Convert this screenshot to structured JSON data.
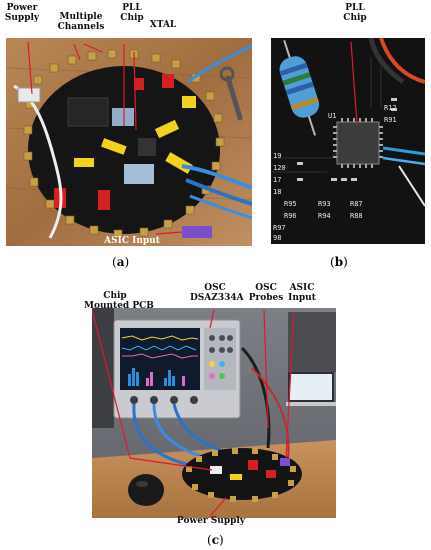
{
  "panel_a": {
    "labels": {
      "power_supply": "Power\nSupply",
      "multiple_channels": "Multiple\nChannels",
      "pll_chip": "PLL\nChip",
      "xtal": "XTAL",
      "asic_input": "ASIC Input"
    },
    "caption_letter": "a"
  },
  "panel_b": {
    "labels": {
      "pll_chip": "PLL\nChip"
    },
    "board_text": [
      "U1",
      "R95",
      "R96",
      "R93",
      "R94",
      "R87",
      "R88",
      "R97",
      "98",
      "17",
      "18",
      "19",
      "120",
      "R12",
      "R91"
    ],
    "caption_letter": "b"
  },
  "panel_c": {
    "labels": {
      "chip_mounted_pcb": "Chip\nMounted PCB",
      "osc_model": "OSC\nDSAZ334A",
      "osc_probes": "OSC\nProbes",
      "asic_input": "ASIC\nInput",
      "power_supply": "Power Supply"
    },
    "caption_letter": "c"
  },
  "colors": {
    "wood": "#b07a4a",
    "pcb": "#141414",
    "cable_blue": "#2a74c8",
    "annotation_red": "#e0192a"
  }
}
